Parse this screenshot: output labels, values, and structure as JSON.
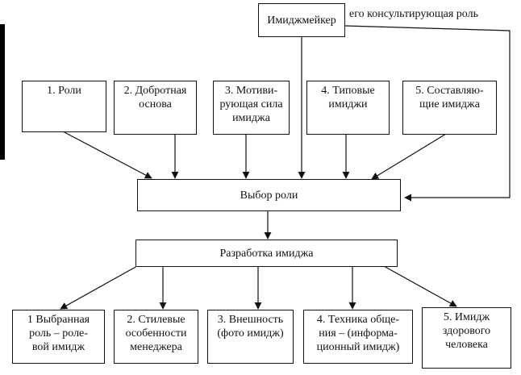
{
  "imagemaker": {
    "box_label": "Имиджмейкер",
    "role_label": "его консультирующая роль"
  },
  "inputs": [
    {
      "label": "1. Роли"
    },
    {
      "label": "2. Добротная\nоснова"
    },
    {
      "label": "3. Мотиви-\nрующая сила\nимиджа"
    },
    {
      "label": "4. Типовые\nимиджи"
    },
    {
      "label": "5. Составляю-\nщие имиджа"
    }
  ],
  "role_choice": {
    "label": "Выбор роли"
  },
  "image_development": {
    "label": "Разработка имиджа"
  },
  "outputs": [
    {
      "label": "1  Выбранная\nроль – роле-\nвой имидж"
    },
    {
      "label": "2. Стилевые\nособенности\nменеджера"
    },
    {
      "label": "3. Внешность\n(фото имидж)"
    },
    {
      "label": "4. Техника обще-\nния – (информа-\nционный имидж)"
    },
    {
      "label": "5. Имидж\nздорового\nчеловека"
    }
  ]
}
